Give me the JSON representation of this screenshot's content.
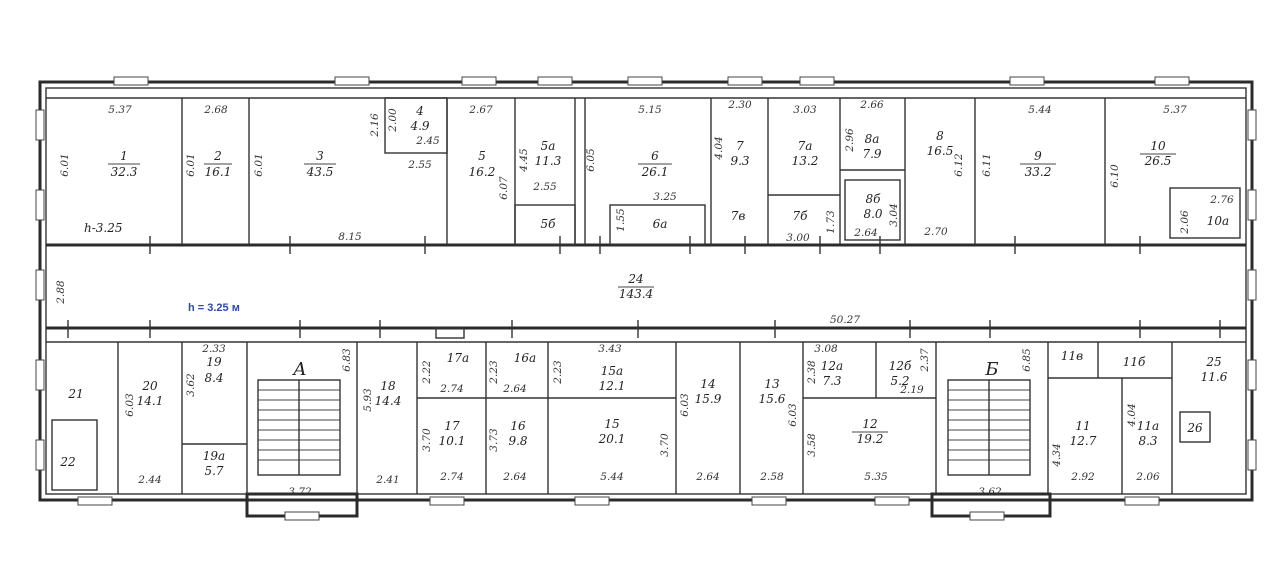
{
  "height_note": "h = 3.25 м",
  "corner_height": "h-3.25",
  "corridor": {
    "number": "24",
    "area": "143.4",
    "length": "50.27"
  },
  "rooms": [
    {
      "number": "1",
      "area": "32.3"
    },
    {
      "number": "2",
      "area": "16.1"
    },
    {
      "number": "3",
      "area": "43.5"
    },
    {
      "number": "4",
      "area": "4.9"
    },
    {
      "number": "5",
      "area": "16.2"
    },
    {
      "number": "5а",
      "area": "11.3"
    },
    {
      "number": "5б",
      "area": ""
    },
    {
      "number": "6",
      "area": "26.1"
    },
    {
      "number": "6а",
      "area": ""
    },
    {
      "number": "7",
      "area": "9.3"
    },
    {
      "number": "7а",
      "area": "13.2"
    },
    {
      "number": "7б",
      "area": ""
    },
    {
      "number": "7в",
      "area": ""
    },
    {
      "number": "8",
      "area": "16.5"
    },
    {
      "number": "8а",
      "area": "7.9"
    },
    {
      "number": "8б",
      "area": "8.0"
    },
    {
      "number": "9",
      "area": "33.2"
    },
    {
      "number": "10",
      "area": "26.5"
    },
    {
      "number": "10а",
      "area": ""
    },
    {
      "number": "11",
      "area": "12.7"
    },
    {
      "number": "11а",
      "area": "8.3"
    },
    {
      "number": "11б",
      "area": ""
    },
    {
      "number": "11в",
      "area": ""
    },
    {
      "number": "12",
      "area": "19.2"
    },
    {
      "number": "12а",
      "area": "7.3"
    },
    {
      "number": "12б",
      "area": "5.2"
    },
    {
      "number": "13",
      "area": "15.6"
    },
    {
      "number": "14",
      "area": "15.9"
    },
    {
      "number": "15",
      "area": "20.1"
    },
    {
      "number": "15а",
      "area": "12.1"
    },
    {
      "number": "16",
      "area": "9.8"
    },
    {
      "number": "16а",
      "area": ""
    },
    {
      "number": "17",
      "area": "10.1"
    },
    {
      "number": "17а",
      "area": ""
    },
    {
      "number": "18",
      "area": "14.4"
    },
    {
      "number": "19",
      "area": "8.4"
    },
    {
      "number": "19а",
      "area": "5.7"
    },
    {
      "number": "20",
      "area": "14.1"
    },
    {
      "number": "21",
      "area": ""
    },
    {
      "number": "22",
      "area": ""
    },
    {
      "number": "25",
      "area": "11.6"
    },
    {
      "number": "26",
      "area": ""
    }
  ],
  "stairs": [
    "А",
    "Б"
  ],
  "dimensions_top": [
    "5.37",
    "2.68",
    "2.67",
    "5.15",
    "2.30",
    "3.03",
    "2.66",
    "5.44",
    "5.37"
  ],
  "dimensions_top_inner": [
    "8.15",
    "2.55",
    "2.45",
    "3.25",
    "2.55",
    "3.00",
    "2.64",
    "2.70",
    "2.76",
    "2.06"
  ],
  "dimensions_vertical_top": [
    "6.01",
    "6.01",
    "6.01",
    "2.16",
    "2.00",
    "6.07",
    "4.45",
    "4.04",
    "2.96",
    "6.12",
    "6.11",
    "6.10",
    "1.55",
    "1.73",
    "3.04",
    "6.05"
  ],
  "dimensions_mid": [
    "2.88",
    "2.33",
    "3.62",
    "3.43",
    "3.08",
    "2.38",
    "2.37",
    "2.19",
    "2.22",
    "2.23",
    "2.23",
    "2.74",
    "2.64",
    "5.93",
    "6.03",
    "6.03",
    "6.03",
    "6.83",
    "6.85"
  ],
  "dimensions_bottom": [
    "2.44",
    "3.72",
    "2.41",
    "2.74",
    "2.64",
    "5.44",
    "2.64",
    "2.58",
    "5.35",
    "3.62",
    "2.92",
    "2.06"
  ],
  "dimensions_vertical_bottom": [
    "3.70",
    "3.73",
    "3.70",
    "3.58",
    "4.34",
    "4.04"
  ]
}
